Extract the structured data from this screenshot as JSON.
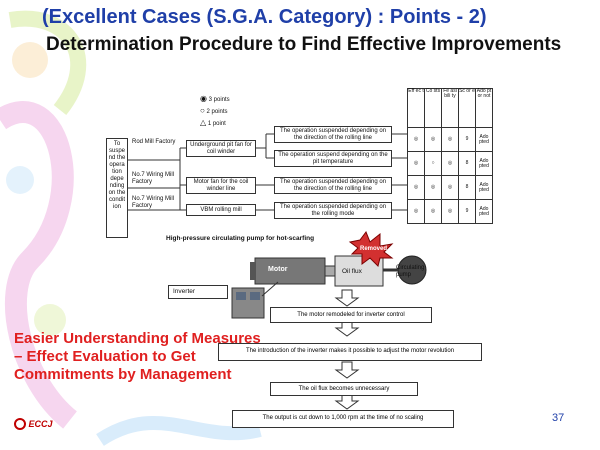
{
  "slide": {
    "title_line1": "(Excellent Cases (S.G.A. Category) : Points - 2)",
    "title_line2": "Determination Procedure to Find Effective Improvements",
    "page_number": "37",
    "logo_text": "ECCJ",
    "side_note": "Easier Understanding of Measures – Effect Evaluation to Get Commitments by Management"
  },
  "legend": {
    "three_points": "3 points",
    "two_points": "2 points",
    "one_point": "1 point"
  },
  "tree": {
    "root": "To suspe nd the opera tion depe nding on the condit ion",
    "factories": [
      "Rod Mill Factory",
      "No.7 Wiring Mill Factory",
      "No.7 Wiring Mill Factory"
    ],
    "equipment": [
      "Underground pit fan for coil winder",
      "Motor fan for the coil winder line",
      "VBM rolling mill"
    ],
    "operations": [
      "The operation suspended depending on the direction of the rolling line",
      "The operation suspend depending on the pit temperature",
      "The operation suspended depending on the direction of the rolling line",
      "The operation suspended depending on the rolling mode"
    ]
  },
  "grid": {
    "headers": [
      "Eff ec t",
      "Co sts",
      "Fe asi bili ty",
      "Sc or e",
      "Ado pt or not"
    ],
    "rows": [
      {
        "effect": "◎",
        "costs": "◎",
        "feasibility": "◎",
        "score": "9",
        "adopt": "Ado pted"
      },
      {
        "effect": "◎",
        "costs": "○",
        "feasibility": "◎",
        "score": "8",
        "adopt": "Ado pted"
      },
      {
        "effect": "◎",
        "costs": "◎",
        "feasibility": "◎",
        "score": "8",
        "adopt": "Ado pted"
      },
      {
        "effect": "◎",
        "costs": "◎",
        "feasibility": "◎",
        "score": "9",
        "adopt": "Ado pted"
      }
    ]
  },
  "flow": {
    "heading": "High-pressure circulating pump for hot-scarfing",
    "removed": "Removed",
    "motor": "Motor",
    "oil_flux": "Oil flux",
    "pump": "Circulating pump",
    "inverter": "Inverter",
    "steps": [
      "The motor remodeled for inverter control",
      "The introduction of the inverter makes it possible to adjust the motor revolution",
      "The oil flux becomes unnecessary",
      "The output is cut down to 1,000 rpm at the time of no scaling"
    ]
  }
}
